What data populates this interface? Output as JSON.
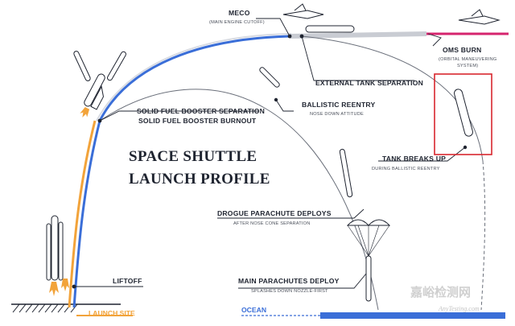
{
  "title": {
    "line1": "SPACE SHUTTLE",
    "line2": "LAUNCH PROFILE"
  },
  "labels": {
    "meco": {
      "main": "MECO",
      "sub": "(MAIN ENGINE CUTOFF)"
    },
    "oms_burn": {
      "main": "OMS BURN",
      "sub1": "(ORBITAL MANEUVERING",
      "sub2": "SYSTEM)"
    },
    "external_tank_separation": {
      "main": "EXTERNAL TANK SEPARATION"
    },
    "ballistic_reentry": {
      "main": "BALLISTIC REENTRY",
      "sub": "NOSE DOWN ATTITUDE"
    },
    "srb_separation": {
      "main1": "SOLID FUEL BOOSTER SEPARATION",
      "main2": "SOLID FUEL BOOSTER BURNOUT"
    },
    "tank_breaks_up": {
      "main": "TANK BREAKS UP",
      "sub": "DURING BALLISTIC REENTRY"
    },
    "drogue": {
      "main": "DROGUE PARACHUTE DEPLOYS",
      "sub": "AFTER NOSE CONE SEPARATION"
    },
    "main_parachutes": {
      "main": "MAIN PARACHUTES DEPLOY",
      "sub": "SPLASHES DOWN NOZZLE-FIRST"
    },
    "liftoff": {
      "main": "LIFTOFF"
    },
    "launch_site": "LAUNCH SITE",
    "ocean": "OCEAN"
  },
  "watermark": {
    "cn": "嘉峪检测网",
    "en": "AnyTesting.com"
  },
  "colors": {
    "orange": "#f2a33a",
    "blue": "#3a6ed8",
    "highlight_red": "#d9272e",
    "oms_pink": "#d6246e",
    "dark": "#1f2430",
    "gray_path": "#b8bcc4"
  }
}
